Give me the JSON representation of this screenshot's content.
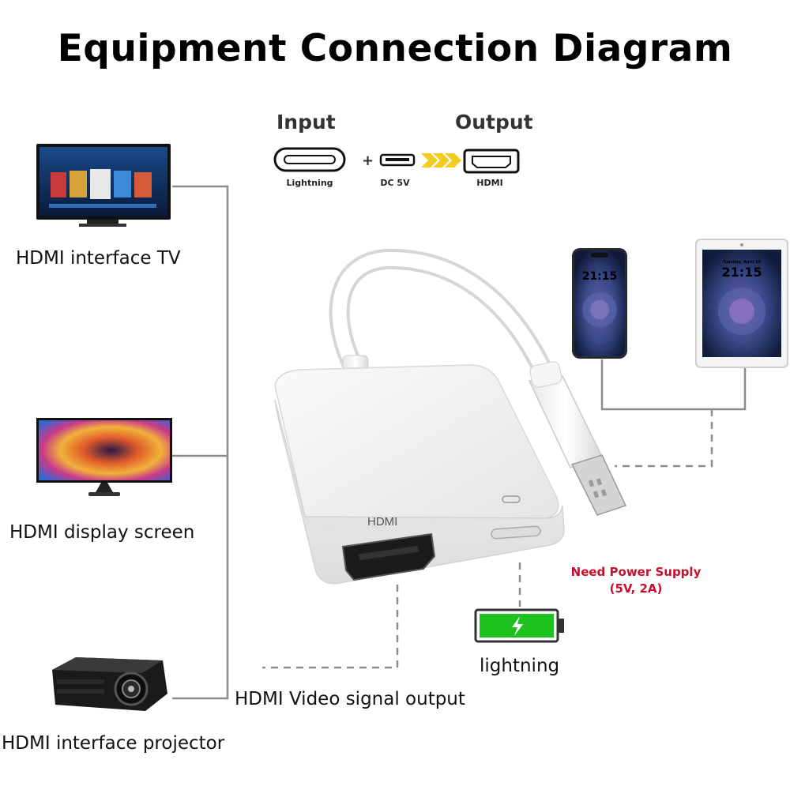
{
  "title": "Equipment Connection Diagram",
  "io": {
    "input": "Input",
    "output": "Output",
    "plus": "+",
    "ports": {
      "lightning": "Lightning",
      "dc": "DC 5V",
      "hdmi": "HDMI"
    }
  },
  "devices": {
    "tv": "HDMI interface TV",
    "display": "HDMI display screen",
    "projector": "HDMI interface projector"
  },
  "adapter": {
    "hdmi_port_label": "HDMI"
  },
  "phone": {
    "time": "21:15"
  },
  "tablet": {
    "time": "21:15",
    "date": "Tuesday, April 16"
  },
  "power": {
    "line1": "Need Power Supply",
    "line2": "(5V, 2A)"
  },
  "battery_label": "lightning",
  "signal_label": "HDMI Video signal output",
  "colors": {
    "power_text": "#c8102e",
    "battery_fill": "#1fc11f",
    "arrows": "#f2cc1f"
  }
}
